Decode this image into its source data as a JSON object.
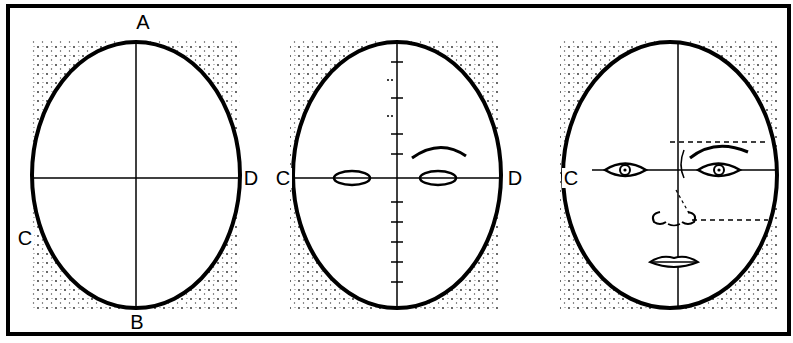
{
  "diagram": {
    "labels": [
      "A",
      "D",
      "C",
      "D",
      "C",
      "C",
      "B"
    ]
  }
}
